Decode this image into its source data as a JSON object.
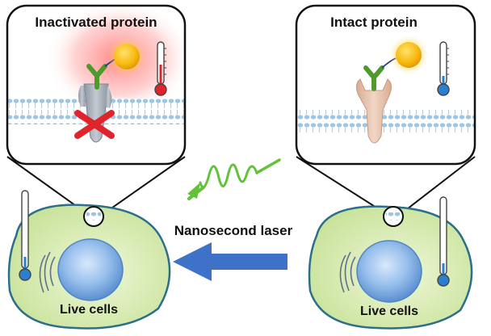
{
  "panels": {
    "left_title": "Inactivated protein",
    "right_title": "Intact protein"
  },
  "labels": {
    "laser": "Nanosecond laser",
    "left_cell": "Live cells",
    "right_cell": "Live cells"
  },
  "icons": {
    "left_panel_thermometer": "thermometer-hot-icon",
    "right_panel_thermometer": "thermometer-cool-icon",
    "gold_nanoparticle": "gold-nanoparticle-icon",
    "laser_pulse": "laser-pulse-icon",
    "inactivation_mark": "red-x-icon"
  },
  "colors": {
    "hot": "#e0242b",
    "cool": "#2a7fd0",
    "membrane": "#b9d6ea",
    "cell_fill": "#d4e9a8",
    "cell_border": "#2b6f8a",
    "nucleus": "#8fb7e6",
    "arrow": "#3d72c8",
    "laser": "#63c23a",
    "nanoparticle": "#f7b90f",
    "antibody": "#4e9a2c",
    "protein_intact": "#e3c0a9",
    "protein_inactive": "#a9b0ba"
  }
}
